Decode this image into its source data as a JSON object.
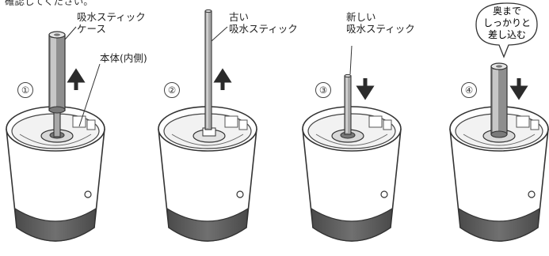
{
  "top_fragment": "確認してください。",
  "steps": [
    {
      "number": "①",
      "labels": [
        "吸水スティック\nケース",
        "本体(内側)"
      ]
    },
    {
      "number": "②",
      "labels": [
        "古い\n吸水スティック"
      ]
    },
    {
      "number": "③",
      "labels": [
        "新しい\n吸水スティック"
      ]
    },
    {
      "number": "④",
      "labels": [
        "奥まで\nしっかりと\n差し込む"
      ]
    }
  ],
  "arrow_directions": [
    "up",
    "up",
    "down",
    "down"
  ],
  "colors": {
    "line": "#333333",
    "body_dark": "#5b5b5b",
    "stick": "#a8a8a8",
    "case": "#8e8e8e",
    "arrow": "#2b2b2b"
  }
}
